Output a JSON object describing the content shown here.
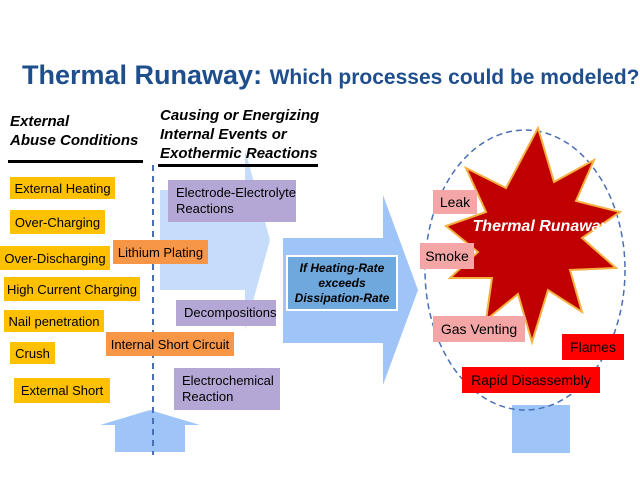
{
  "title": {
    "main": "Thermal Runaway:",
    "sub": "Which processes could be modeled?"
  },
  "headers": {
    "external": [
      "External",
      "Abuse Conditions"
    ],
    "causing": [
      "Causing or Energizing",
      "Internal Events or",
      "Exothermic Reactions"
    ]
  },
  "abuse_conditions": [
    "External Heating",
    "Over-Charging",
    "Over-Discharging",
    "High Current Charging",
    "Nail penetration",
    "Crush",
    "External Short"
  ],
  "internal_events": [
    "Lithium Plating",
    "Internal Short Circuit"
  ],
  "reactions": [
    "Electrode-Electrolyte Reactions",
    "Decompositions",
    "Electrochemical Reaction"
  ],
  "condition": [
    "If Heating-Rate",
    "exceeds",
    "Dissipation-Rate"
  ],
  "outcomes": {
    "center": "Thermal Runaway",
    "pink": [
      "Leak",
      "Smoke",
      "Gas Venting"
    ],
    "red": [
      "Flames",
      "Rapid Disassembly"
    ]
  },
  "colors": {
    "title": "#1f4e8c",
    "yellow": "#ffc000",
    "orange": "#f79646",
    "lavender": "#b4a7d6",
    "arrow": "#9fc5f8",
    "arrow_dark": "#6fa8dc",
    "pink": "#f4a6a6",
    "red": "#ff0000",
    "star": "#c00000",
    "ellipse": "#4a6fb5"
  }
}
